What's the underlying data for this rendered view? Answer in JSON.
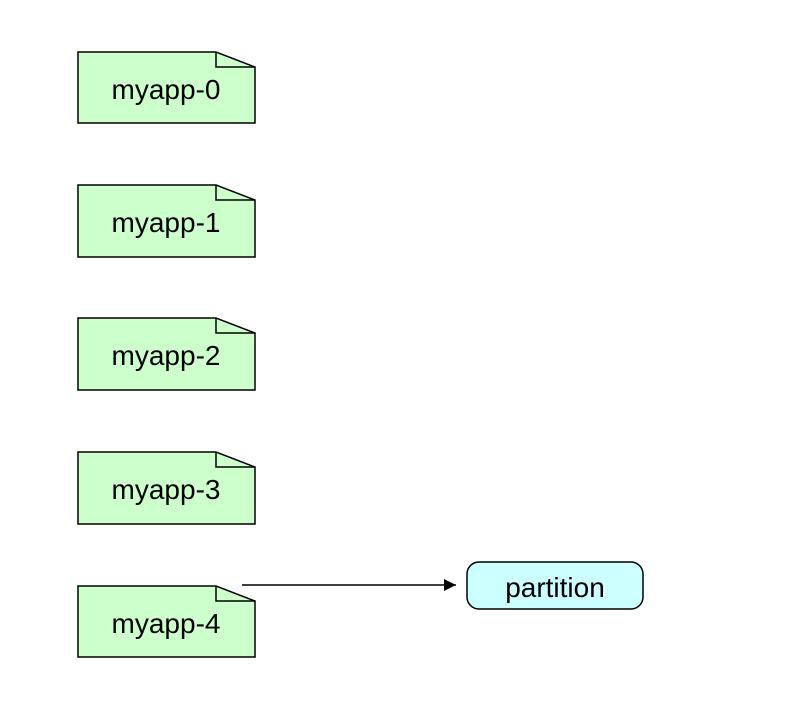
{
  "diagram": {
    "nodes": [
      {
        "label": "myapp-0",
        "shape": "note"
      },
      {
        "label": "myapp-1",
        "shape": "note"
      },
      {
        "label": "myapp-2",
        "shape": "note"
      },
      {
        "label": "myapp-3",
        "shape": "note"
      },
      {
        "label": "myapp-4",
        "shape": "note"
      },
      {
        "label": "partition",
        "shape": "rounded-rect"
      }
    ],
    "edges": [
      {
        "from": "myapp-4",
        "to": "partition"
      }
    ],
    "colors": {
      "note_fill": "#ccffcc",
      "rounded_fill": "#ccffff",
      "stroke": "#000000"
    }
  }
}
